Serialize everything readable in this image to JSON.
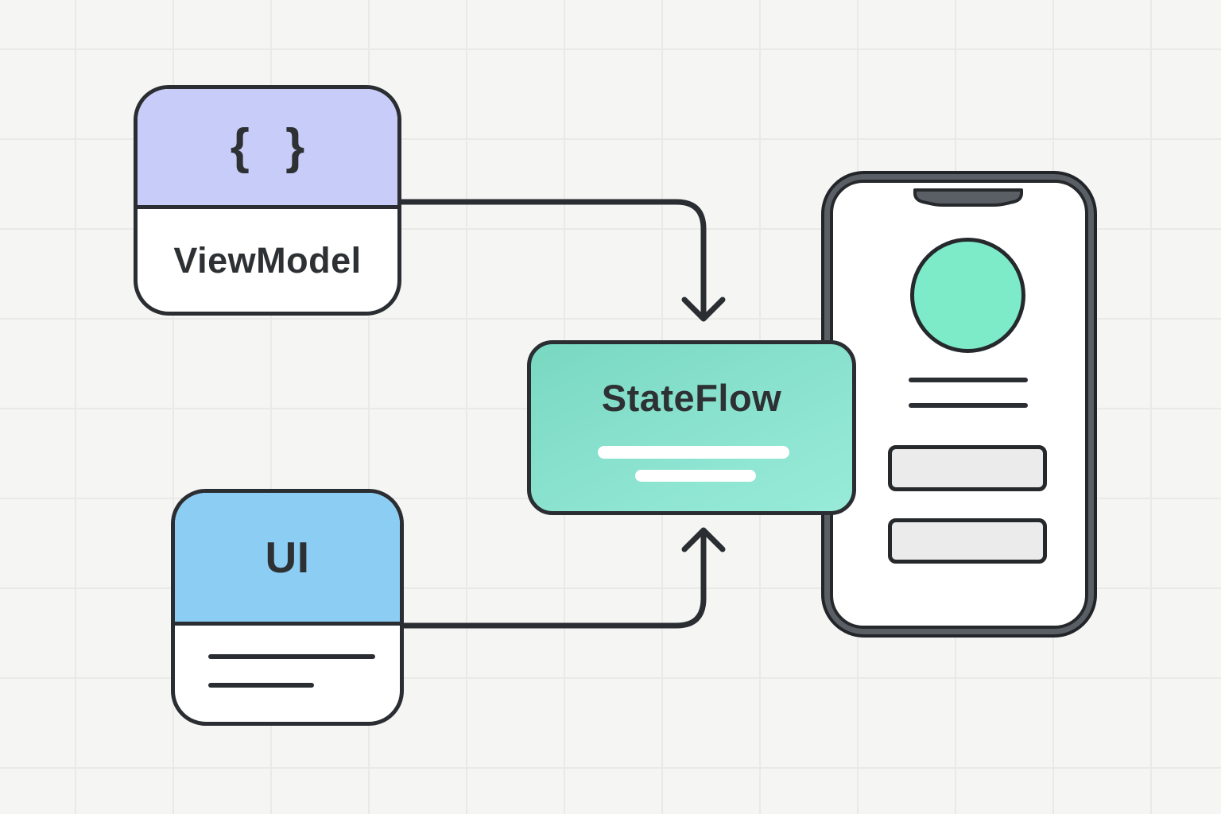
{
  "canvas": {
    "background_color": "#f5f5f3",
    "grid_color": "#e9e9e7"
  },
  "nodes": {
    "viewmodel": {
      "label": "ViewModel",
      "icon_name": "code-braces-icon",
      "icon_glyph": "{ }",
      "header_color": "#c8ccf8",
      "body_color": "#ffffff"
    },
    "ui": {
      "label": "UI",
      "header_color": "#8ccdf4",
      "body_color": "#ffffff",
      "body_placeholder_lines": 2
    },
    "stateflow": {
      "label": "StateFlow",
      "fill_color": "#84e2cc",
      "placeholder_lines": 2
    }
  },
  "edges": [
    {
      "id": "viewmodel-to-stateflow",
      "from": "ViewModel",
      "to": "StateFlow",
      "style": "elbow-arrow-down"
    },
    {
      "id": "ui-to-stateflow",
      "from": "UI",
      "to": "StateFlow",
      "style": "elbow-arrow-up"
    }
  ],
  "phone": {
    "frame_color": "#5a5f65",
    "screen_color": "#ffffff",
    "avatar_color": "#7deac8",
    "text_lines": 2,
    "input_fields": 2,
    "input_fill_color": "#ebebeb"
  },
  "stroke_color": "#2a2d31",
  "text_color": "#2e3134"
}
